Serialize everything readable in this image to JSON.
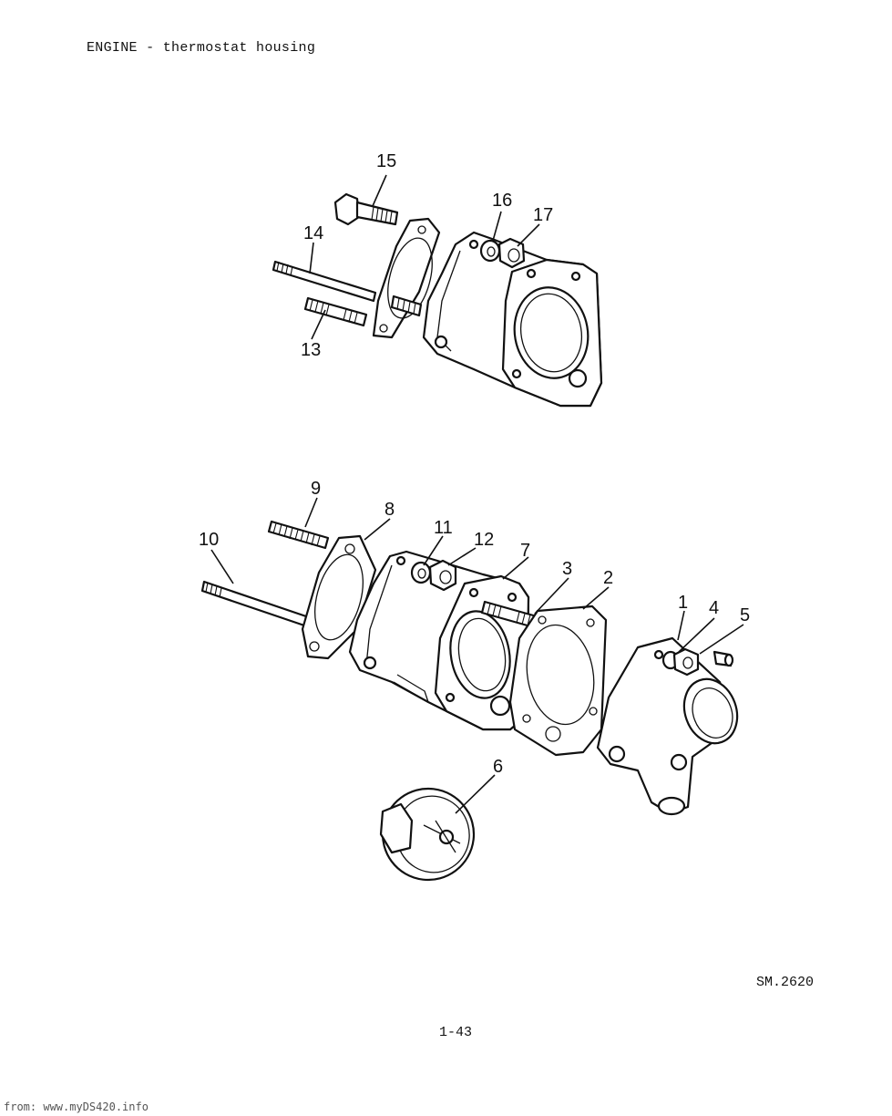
{
  "header": {
    "title": "ENGINE - thermostat housing"
  },
  "figure_ref": "SM.2620",
  "page_number": "1-43",
  "footer": {
    "source": "from: www.myDS420.info"
  },
  "callouts": [
    "15",
    "16",
    "17",
    "14",
    "13",
    "9",
    "8",
    "11",
    "12",
    "7",
    "3",
    "2",
    "1",
    "4",
    "5",
    "10",
    "6"
  ]
}
